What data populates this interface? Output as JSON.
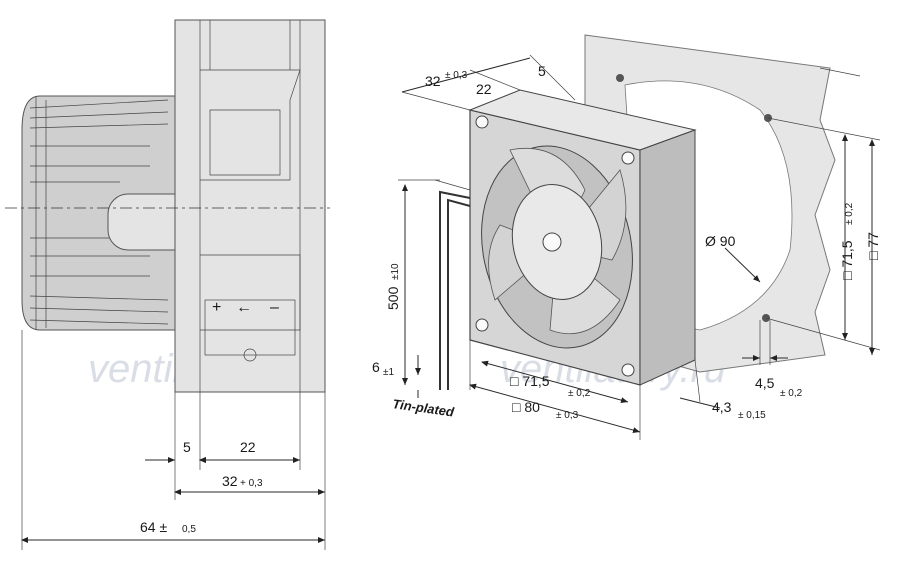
{
  "watermark": {
    "left": "ventilatory.ru",
    "right": "ventilatory.ru"
  },
  "side_view": {
    "dim_5": "5",
    "dim_22": "22",
    "dim_32": "32",
    "dim_32_tol": "+ 0,3",
    "dim_64": "64 ± ",
    "dim_64_tol": "0,5",
    "polarity_plus": "+",
    "polarity_arrow": "←",
    "polarity_minus": "–"
  },
  "iso_view": {
    "dim_32": "32",
    "dim_32_tol": "± 0,3",
    "dim_22": "22",
    "dim_5": "5",
    "dim_500": "500",
    "dim_500_tol": "±10",
    "dim_6": "6",
    "dim_6_tol": "±1",
    "tin_plated": "Tin-plated",
    "dim_71_5": "□ 71,5",
    "dim_71_5_tol": "± 0,2",
    "dim_80": "□ 80",
    "dim_80_tol": "± 0,3",
    "dim_90": "Ø 90",
    "dim_4_5": "4,5",
    "dim_4_5_tol": "± 0,2",
    "dim_4_3": "4,3",
    "dim_4_3_tol": "± 0,15",
    "dim_v71_5": "□ 71,5",
    "dim_v71_5_tol": "± 0,2",
    "dim_v77": "□ 77"
  }
}
